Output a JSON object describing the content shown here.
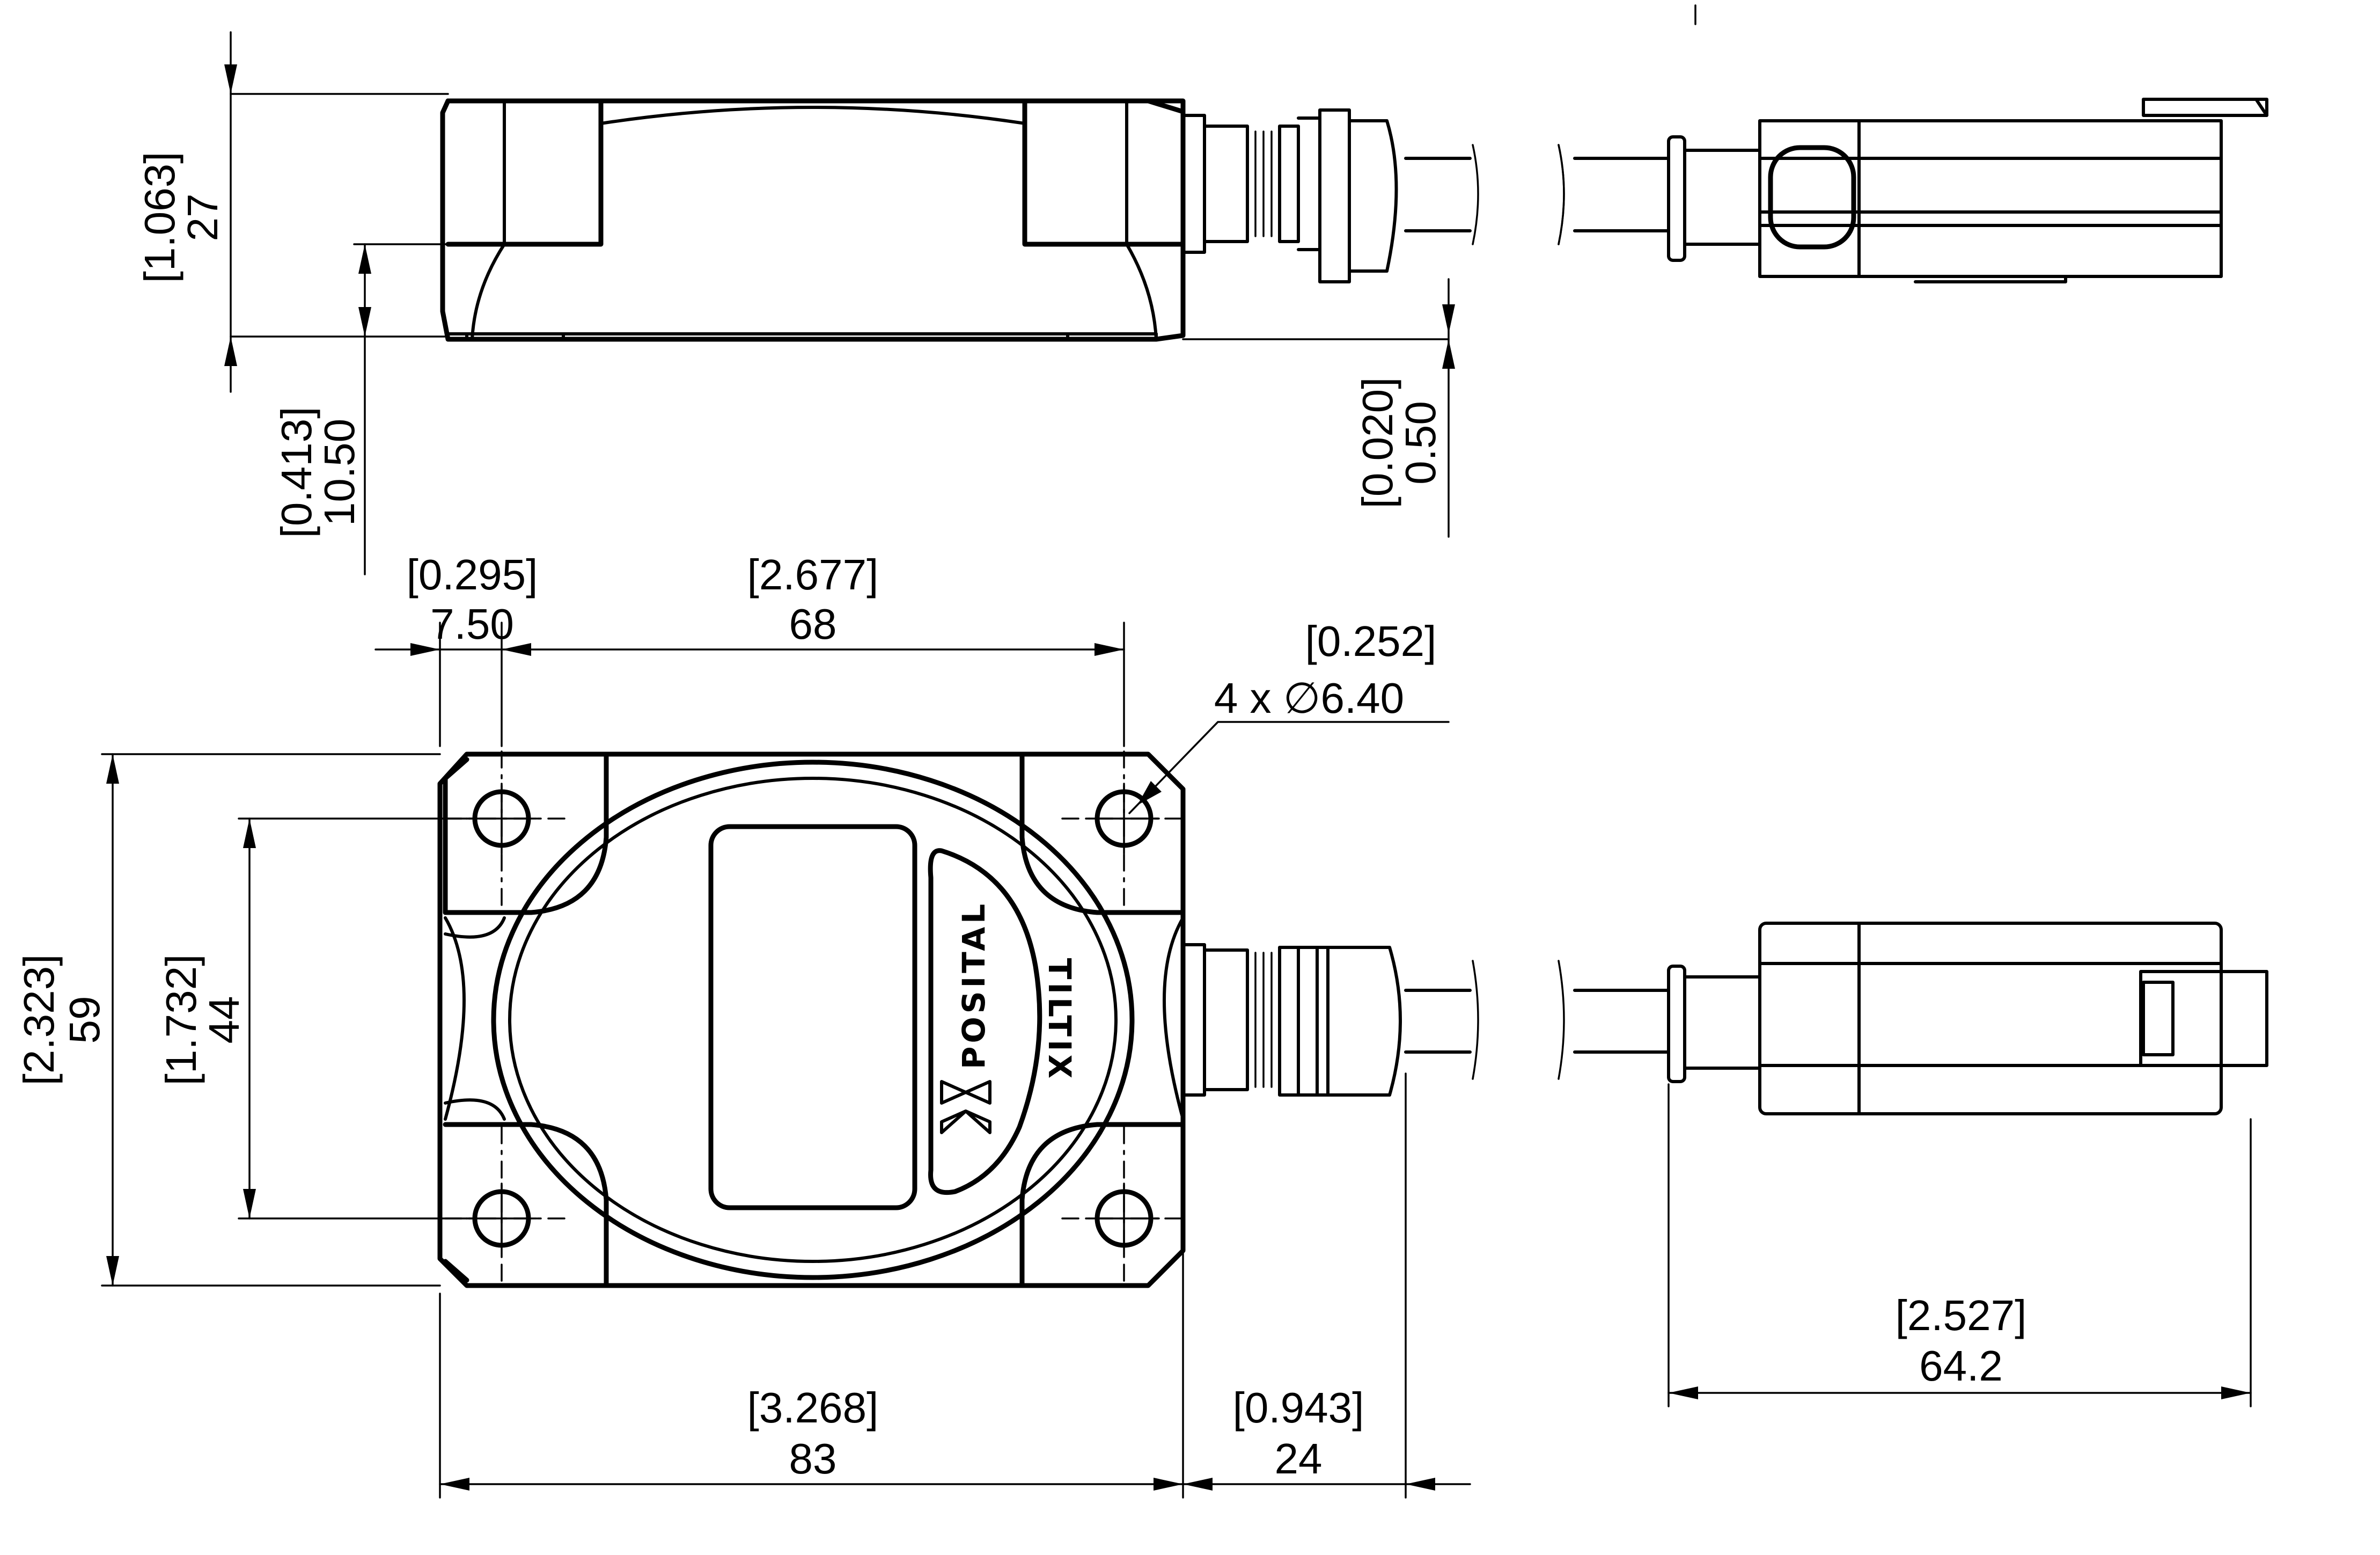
{
  "brand": {
    "logo_text": "POSITAL",
    "product_text": "TILTIX"
  },
  "dimensions": {
    "side_height": {
      "inch": "[1.063]",
      "mm": "27"
    },
    "side_base": {
      "inch": "[0.413]",
      "mm": "10.50"
    },
    "side_offset": {
      "inch": "[0.020]",
      "mm": "0.50"
    },
    "hole_edge": {
      "inch": "[0.295]",
      "mm": "7.50"
    },
    "hole_spacing_x": {
      "inch": "[2.677]",
      "mm": "68"
    },
    "hole_diameter": {
      "inch": "[0.252]",
      "mm": "4 x ∅6.40"
    },
    "body_height": {
      "inch": "[2.323]",
      "mm": "59"
    },
    "hole_spacing_y": {
      "inch": "[1.732]",
      "mm": "44"
    },
    "body_length": {
      "inch": "[3.268]",
      "mm": "83"
    },
    "connector_length": {
      "inch": "[0.943]",
      "mm": "24"
    },
    "end_width": {
      "inch": "[2.527]",
      "mm": "64.2"
    }
  }
}
